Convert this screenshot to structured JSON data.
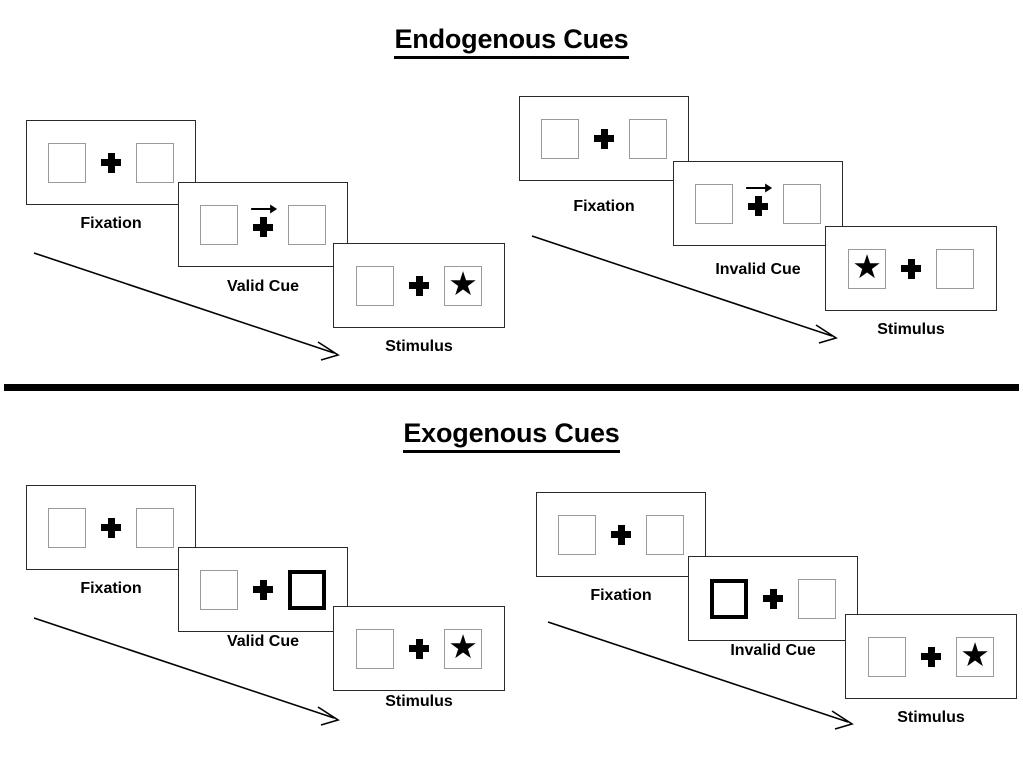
{
  "sections": [
    {
      "id": "endogenous",
      "title": "Endogenous Cues",
      "trials": [
        {
          "id": "endogenous-valid",
          "condition": "valid",
          "panels": [
            {
              "label": "Fixation",
              "left_box": "empty",
              "right_box": "empty",
              "cue": "none"
            },
            {
              "label": "Valid Cue",
              "left_box": "empty",
              "right_box": "empty",
              "cue": "arrow-right"
            },
            {
              "label": "Stimulus",
              "left_box": "empty",
              "right_box": "star",
              "cue": "none"
            }
          ]
        },
        {
          "id": "endogenous-invalid",
          "condition": "invalid",
          "panels": [
            {
              "label": "Fixation",
              "left_box": "empty",
              "right_box": "empty",
              "cue": "none"
            },
            {
              "label": "Invalid Cue",
              "left_box": "empty",
              "right_box": "empty",
              "cue": "arrow-right"
            },
            {
              "label": "Stimulus",
              "left_box": "star",
              "right_box": "empty",
              "cue": "none"
            }
          ]
        }
      ]
    },
    {
      "id": "exogenous",
      "title": "Exogenous Cues",
      "trials": [
        {
          "id": "exogenous-valid",
          "condition": "valid",
          "panels": [
            {
              "label": "Fixation",
              "left_box": "empty",
              "right_box": "empty",
              "cue": "none"
            },
            {
              "label": "Valid Cue",
              "left_box": "empty",
              "right_box": "cued-empty",
              "cue": "box-highlight-right"
            },
            {
              "label": "Stimulus",
              "left_box": "empty",
              "right_box": "star",
              "cue": "none"
            }
          ]
        },
        {
          "id": "exogenous-invalid",
          "condition": "invalid",
          "panels": [
            {
              "label": "Fixation",
              "left_box": "empty",
              "right_box": "empty",
              "cue": "none"
            },
            {
              "label": "Invalid Cue",
              "left_box": "cued-empty",
              "right_box": "empty",
              "cue": "box-highlight-left"
            },
            {
              "label": "Stimulus",
              "left_box": "empty",
              "right_box": "star",
              "cue": "none"
            }
          ]
        }
      ]
    }
  ],
  "glyphs": {
    "star": "★"
  },
  "colors": {
    "panel_border": "#2b2b2b",
    "box_border": "#9a9a9a",
    "cued_box_border": "#000000",
    "ink": "#000000",
    "background": "#ffffff"
  }
}
